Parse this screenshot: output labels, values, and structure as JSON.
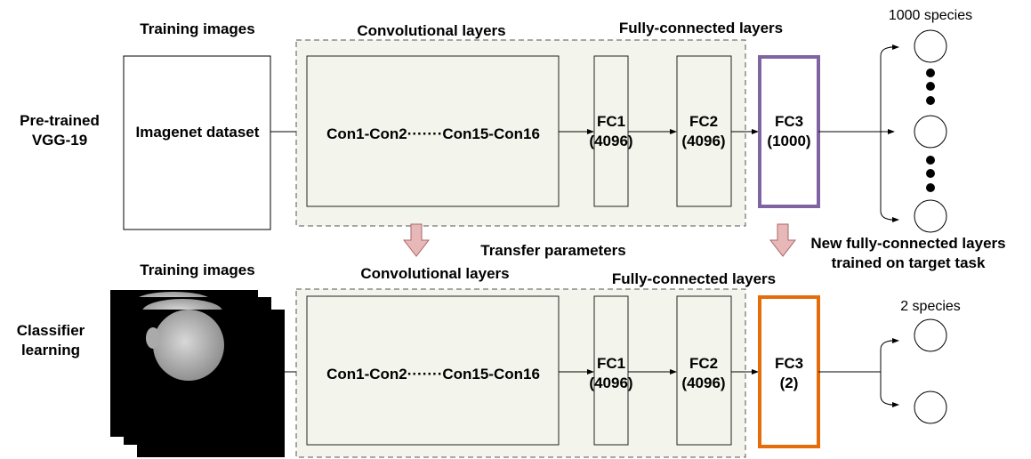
{
  "top": {
    "row_label": [
      "Pre-trained",
      "VGG-19"
    ],
    "training_images_title": "Training images",
    "dataset_label": "Imagenet dataset",
    "conv_title": "Convolutional layers",
    "conv_label": "Con1-Con2·······Con15-Con16",
    "fc_title": "Fully-connected layers",
    "fc1": [
      "FC1",
      "(4096)"
    ],
    "fc2": [
      "FC2",
      "(4096)"
    ],
    "fc3": [
      "FC3",
      "(1000)"
    ],
    "output_title": "1000 species"
  },
  "transfer_label": "Transfer parameters",
  "new_layers_label": [
    "New fully-connected layers",
    "trained on target task"
  ],
  "bottom": {
    "row_label": [
      "Classifier",
      "learning"
    ],
    "training_images_title": "Training images",
    "conv_title": "Convolutional layers",
    "conv_label": "Con1-Con2·······Con15-Con16",
    "fc_title": "Fully-connected layers",
    "fc1": [
      "FC1",
      "(4096)"
    ],
    "fc2": [
      "FC2",
      "(4096)"
    ],
    "fc3": [
      "FC3",
      "(2)"
    ],
    "output_title": "2 species"
  },
  "colors": {
    "fc3_top": "#8064a2",
    "fc3_bottom": "#e46c0a",
    "conv_fill": "#f3f5ec",
    "arrow_fill": "#e6b9b8"
  }
}
